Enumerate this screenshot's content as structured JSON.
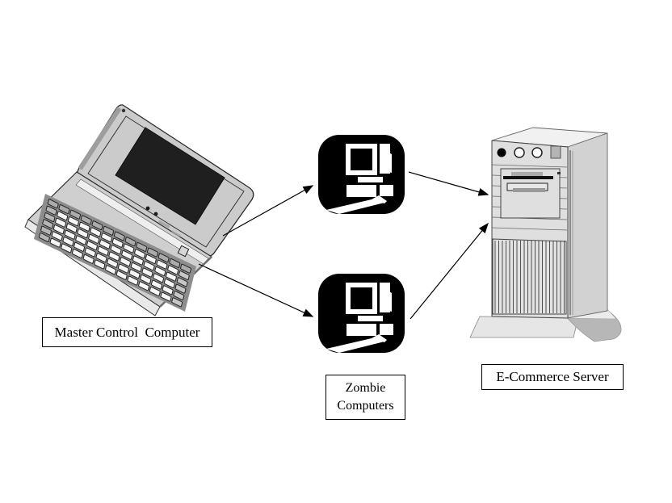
{
  "diagram": {
    "nodes": [
      {
        "id": "master",
        "label": "Master Control  Computer",
        "image": "laptop-clipart"
      },
      {
        "id": "zombies",
        "label_lines": [
          "Zombie",
          "Computers"
        ],
        "image": "desktop-computer-icon",
        "count": 2
      },
      {
        "id": "server",
        "label": "E-Commerce Server",
        "image": "tower-server-clipart"
      }
    ],
    "arrows": [
      {
        "from": "master",
        "to": "zombie-top"
      },
      {
        "from": "master",
        "to": "zombie-bottom"
      },
      {
        "from": "zombie-top",
        "to": "server"
      },
      {
        "from": "zombie-bottom",
        "to": "server"
      }
    ],
    "colors": {
      "icon_bg": "#000000",
      "icon_fg": "#ffffff",
      "laptop_body": "#cccccc",
      "laptop_screen": "#1f1f1f",
      "server_front": "#dfdfdf",
      "server_side": "#d2d2d2",
      "server_top": "#f1f1f1",
      "arrow": "#000000",
      "label_border": "#000000",
      "background": "#ffffff"
    }
  }
}
